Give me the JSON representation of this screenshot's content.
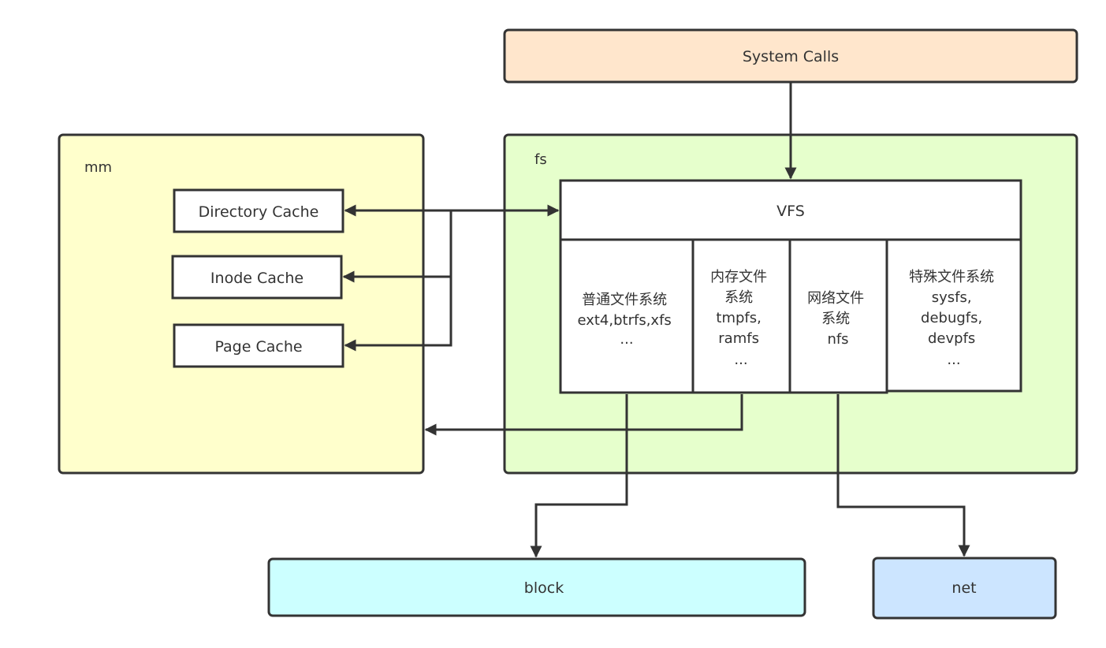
{
  "diagram": {
    "colors": {
      "stroke": "#333333",
      "system_calls_fill": "#ffe6cc",
      "mm_fill": "#ffffcc",
      "fs_fill": "#e6ffcc",
      "block_fill": "#ccffff",
      "net_fill": "#cce5ff",
      "white_fill": "#ffffff"
    },
    "nodes": {
      "system_calls": "System Calls",
      "mm": "mm",
      "fs": "fs",
      "vfs": "VFS",
      "directory_cache": "Directory Cache",
      "inode_cache": "Inode Cache",
      "page_cache": "Page Cache",
      "block": "block",
      "net": "net"
    },
    "fs_types": [
      {
        "lines": [
          "普通文件系统",
          "ext4,btrfs,xfs",
          "..."
        ]
      },
      {
        "lines": [
          "内存文件",
          "系统",
          "tmpfs,",
          "ramfs",
          "..."
        ]
      },
      {
        "lines": [
          "网络文件",
          "系统",
          "nfs"
        ]
      },
      {
        "lines": [
          "特殊文件系统",
          "sysfs,",
          "debugfs,",
          "devpfs",
          "..."
        ]
      }
    ],
    "edges": [
      {
        "from": "system_calls",
        "to": "vfs"
      },
      {
        "from": "vfs",
        "to": "directory_cache",
        "bidirectional": true
      },
      {
        "from": "vfs",
        "to": "inode_cache"
      },
      {
        "from": "vfs",
        "to": "page_cache"
      },
      {
        "from": "memory_fs",
        "to": "mm"
      },
      {
        "from": "regular_fs",
        "to": "block"
      },
      {
        "from": "network_fs",
        "to": "net"
      }
    ]
  }
}
